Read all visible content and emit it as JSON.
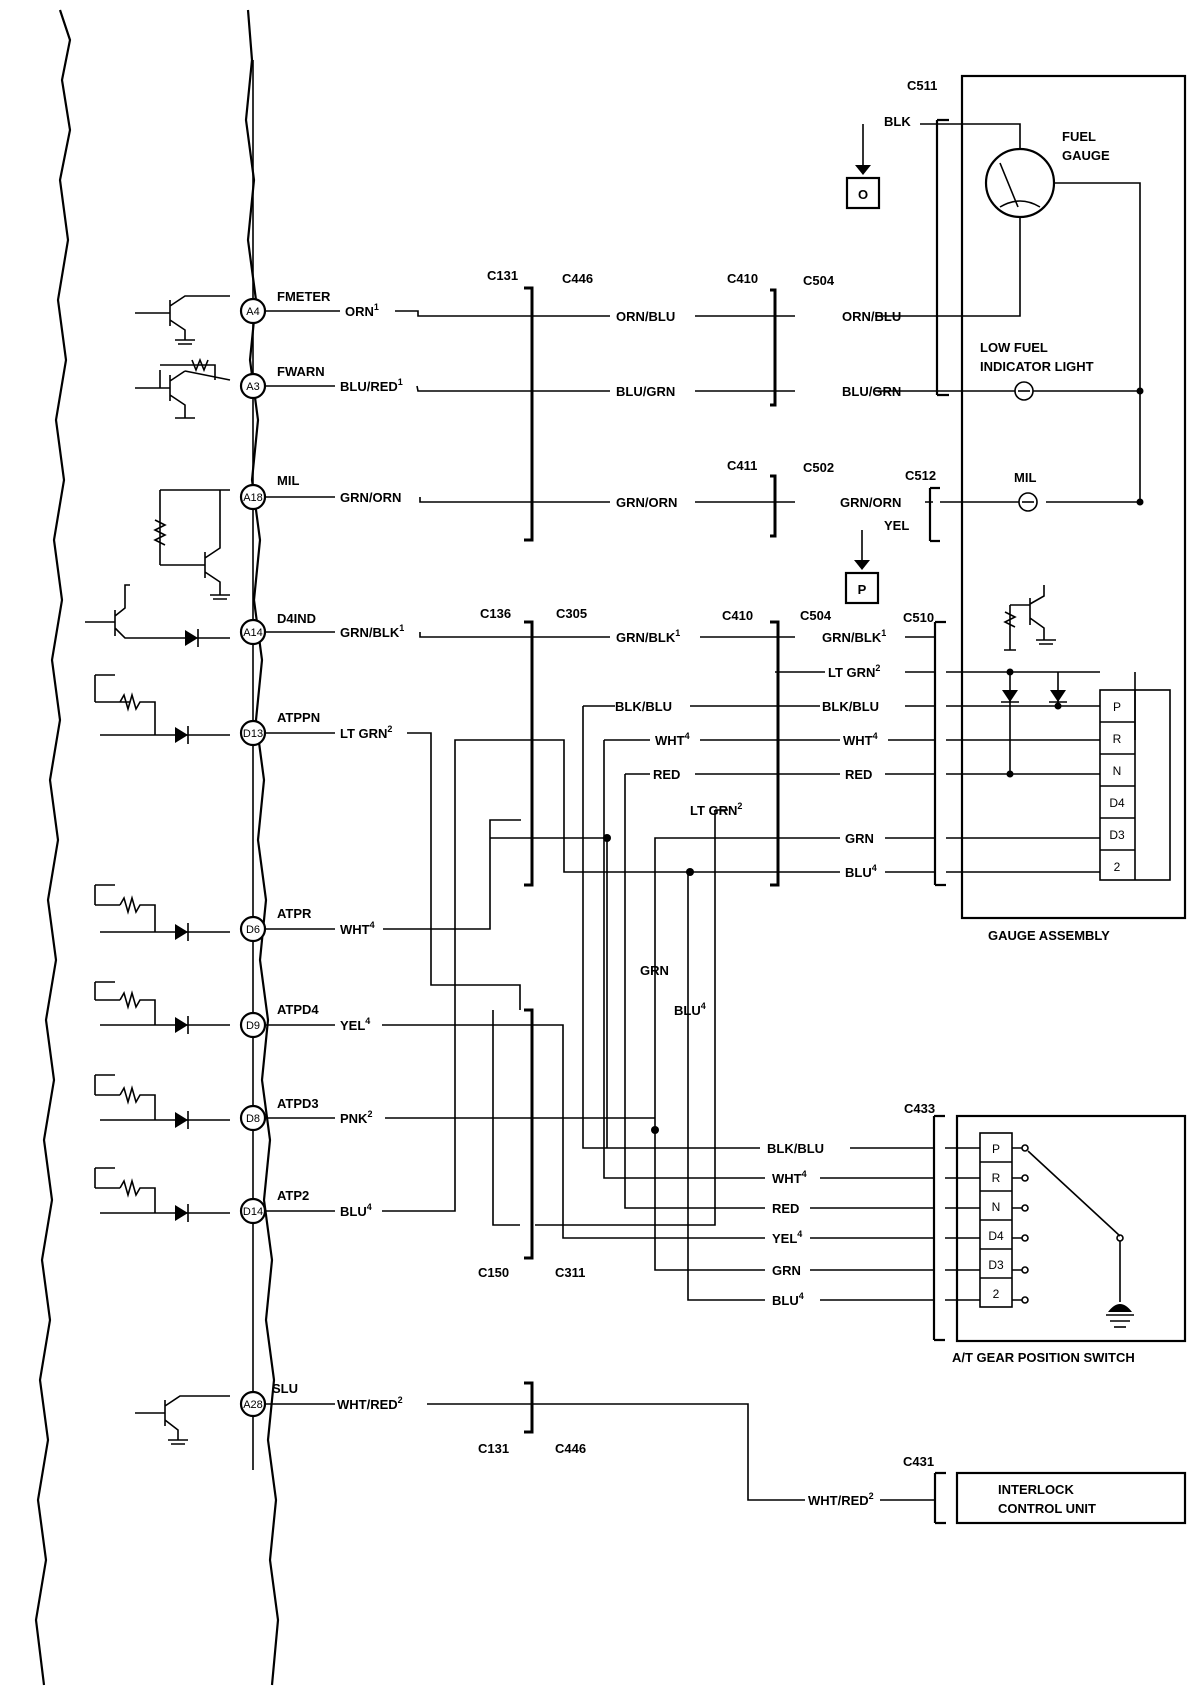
{
  "pins": [
    {
      "id": "A4",
      "label": "FMETER",
      "wire": "ORN",
      "sup": "1"
    },
    {
      "id": "A3",
      "label": "FWARN",
      "wire": "BLU/RED",
      "sup": "1"
    },
    {
      "id": "A18",
      "label": "MIL",
      "wire": "GRN/ORN",
      "sup": ""
    },
    {
      "id": "A14",
      "label": "D4IND",
      "wire": "GRN/BLK",
      "sup": "1"
    },
    {
      "id": "D13",
      "label": "ATPPN",
      "wire": "LT GRN",
      "sup": "2"
    },
    {
      "id": "D6",
      "label": "ATPR",
      "wire": "WHT",
      "sup": "4"
    },
    {
      "id": "D9",
      "label": "ATPD4",
      "wire": "YEL",
      "sup": "4"
    },
    {
      "id": "D8",
      "label": "ATPD3",
      "wire": "PNK",
      "sup": "2"
    },
    {
      "id": "D14",
      "label": "ATP2",
      "wire": "BLU",
      "sup": "4"
    },
    {
      "id": "A28",
      "label": "SLU",
      "wire": "WHT/RED",
      "sup": "2"
    }
  ],
  "connectors": {
    "c131_top": "C131",
    "c446_top": "C446",
    "c410_top": "C410",
    "c504_top": "C504",
    "c411": "C411",
    "c502": "C502",
    "c512": "C512",
    "c511": "C511",
    "c136": "C136",
    "c305": "C305",
    "c410_mid": "C410",
    "c504_mid": "C504",
    "c510": "C510",
    "c150": "C150",
    "c311": "C311",
    "c433": "C433",
    "c131_bot": "C131",
    "c446_bot": "C446",
    "c431": "C431"
  },
  "wires": {
    "orn_blu_a": "ORN/BLU",
    "orn_blu_b": "ORN/BLU",
    "blu_grn_a": "BLU/GRN",
    "blu_grn_b": "BLU/GRN",
    "grn_orn_a": "GRN/ORN",
    "grn_orn_b": "GRN/ORN",
    "blk": "BLK",
    "yel": "YEL",
    "grn_blk_a": "GRN/BLK",
    "grn_blk_a_sup": "1",
    "grn_blk_b": "GRN/BLK",
    "grn_blk_b_sup": "1",
    "lt_grn_r": "LT GRN",
    "lt_grn_r_sup": "2",
    "blk_blu_a": "BLK/BLU",
    "blk_blu_b": "BLK/BLU",
    "wht_a": "WHT",
    "wht_a_sup": "4",
    "wht_b": "WHT",
    "wht_b_sup": "4",
    "red_a": "RED",
    "red_b": "RED",
    "lt_grn_mid": "LT GRN",
    "lt_grn_mid_sup": "2",
    "grn_r": "GRN",
    "blu_r": "BLU",
    "blu_r_sup": "4",
    "grn_vert": "GRN",
    "blu_vert": "BLU",
    "blu_vert_sup": "4",
    "sw_blk_blu": "BLK/BLU",
    "sw_wht": "WHT",
    "sw_wht_sup": "4",
    "sw_red": "RED",
    "sw_yel": "YEL",
    "sw_yel_sup": "4",
    "sw_grn": "GRN",
    "sw_blu": "BLU",
    "sw_blu_sup": "4",
    "wht_red_b": "WHT/RED",
    "wht_red_b_sup": "2"
  },
  "components": {
    "fuel_gauge_l1": "FUEL",
    "fuel_gauge_l2": "GAUGE",
    "low_fuel_l1": "LOW FUEL",
    "low_fuel_l2": "INDICATOR LIGHT",
    "mil": "MIL",
    "gauge_assembly": "GAUGE ASSEMBLY",
    "switch": "A/T GEAR POSITION SWITCH",
    "interlock_l1": "INTERLOCK",
    "interlock_l2": "CONTROL UNIT",
    "ground_o": "O",
    "ground_p": "P"
  },
  "positions": [
    "P",
    "R",
    "N",
    "D4",
    "D3",
    "2"
  ]
}
